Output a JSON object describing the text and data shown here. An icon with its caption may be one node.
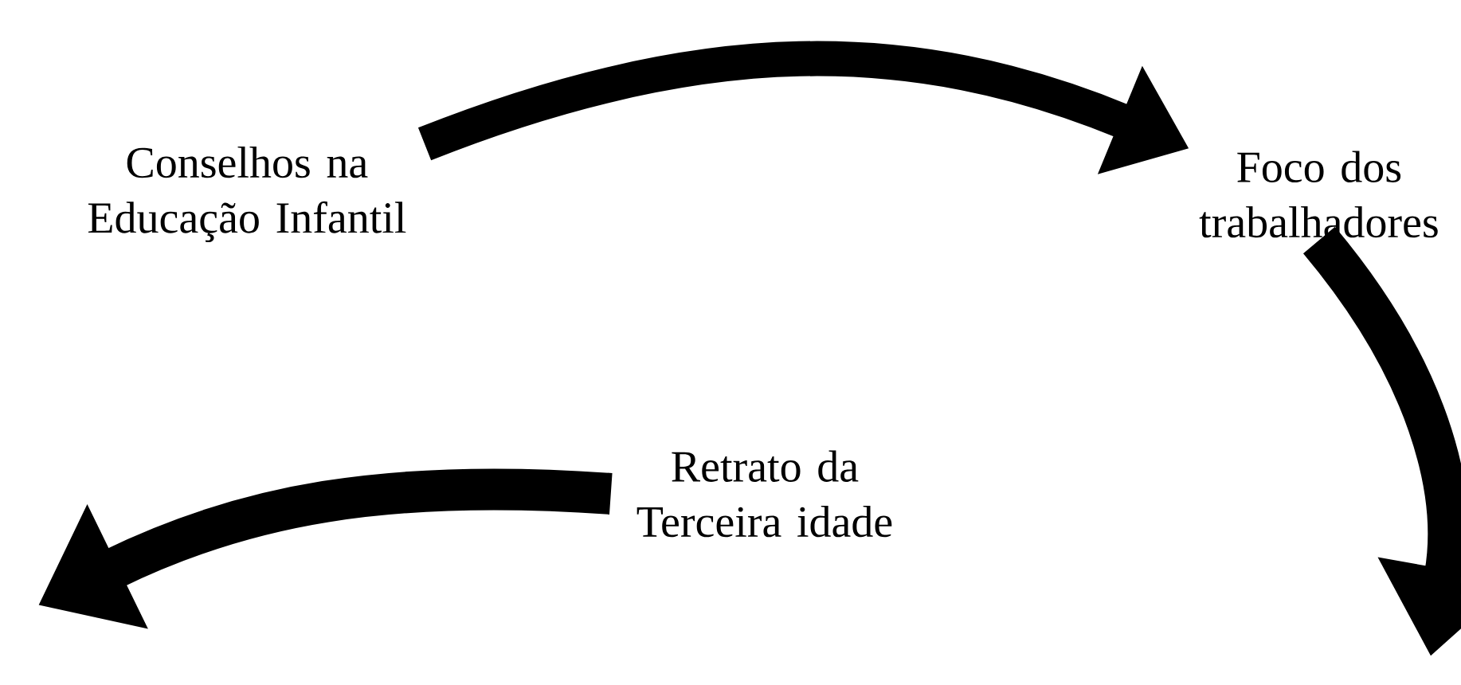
{
  "diagram": {
    "nodes": [
      {
        "text": [
          "Conselhos na Educação Infantil"
        ]
      },
      {
        "text": [
          "Foco dos trabalhadores"
        ]
      },
      {
        "text": [
          "Retrato da Terceira idade"
        ]
      }
    ],
    "edges": [
      {
        "from": 0,
        "to": 1,
        "arrow": "to"
      },
      {
        "from": 1,
        "to": null,
        "arrow": "to"
      },
      {
        "from": 2,
        "to": null,
        "arrow": "to"
      }
    ]
  }
}
